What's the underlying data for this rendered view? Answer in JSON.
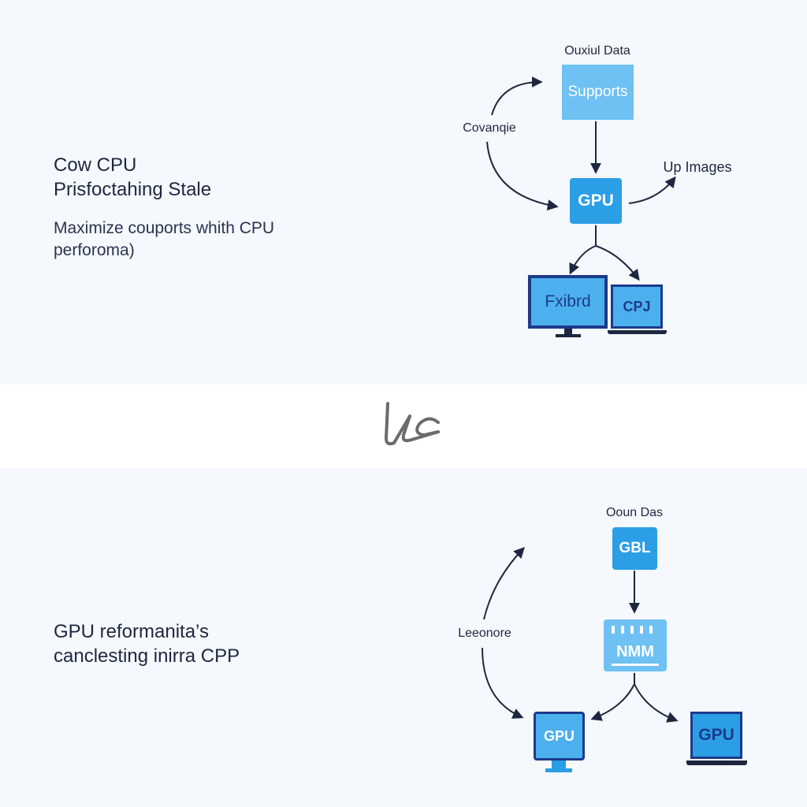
{
  "top": {
    "heading": [
      "Cow CPU",
      "Prisfoctahing Stale"
    ],
    "subtext": [
      "Maximize couports whith CPU",
      "perforoma)"
    ],
    "diagram": {
      "top_label": "Ouxiul Data",
      "source_box": "Supports",
      "loop_label": "Covanqie",
      "gpu_box": "GPU",
      "side_label": "Up Images",
      "monitor_label": "Fxibrd",
      "laptop_label": "CPJ"
    }
  },
  "bottom": {
    "heading": [
      "GPU reformanita’s",
      "canclesting inirra CPP"
    ],
    "diagram": {
      "top_label": "Ooun Das",
      "source_box": "GBL",
      "loop_label": "Leeonore",
      "chip_label": "NMM",
      "monitor_label": "GPU",
      "laptop_label": "GPU"
    }
  },
  "colors": {
    "box_blue": "#2b9ee6",
    "box_light": "#6ec1f2",
    "screen_blue": "#4cb0ee",
    "frame_navy": "#1c3a8a",
    "arrow": "#1d2740"
  },
  "icons": [
    "logo-mark",
    "monitor-icon",
    "laptop-icon",
    "chip-icon"
  ]
}
